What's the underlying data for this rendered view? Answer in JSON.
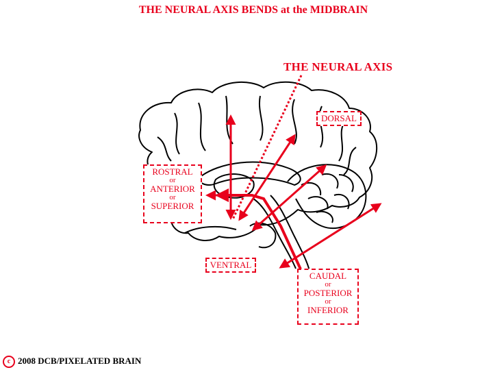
{
  "title": "THE NEURAL AXIS BENDS at the MIDBRAIN",
  "neural_axis_label": "THE NEURAL AXIS",
  "labels": {
    "rostral": [
      "ROSTRAL",
      "or",
      "ANTERIOR",
      "or",
      "SUPERIOR"
    ],
    "dorsal": "DORSAL",
    "ventral": "VENTRAL",
    "caudal": [
      "CAUDAL",
      "or",
      "POSTERIOR",
      "or",
      "INFERIOR"
    ]
  },
  "copyright": {
    "symbol": "c",
    "text": "2008  DCB/PIXELATED BRAIN"
  },
  "colors": {
    "accent": "#e8001c",
    "outline": "#000000",
    "background": "#ffffff"
  }
}
